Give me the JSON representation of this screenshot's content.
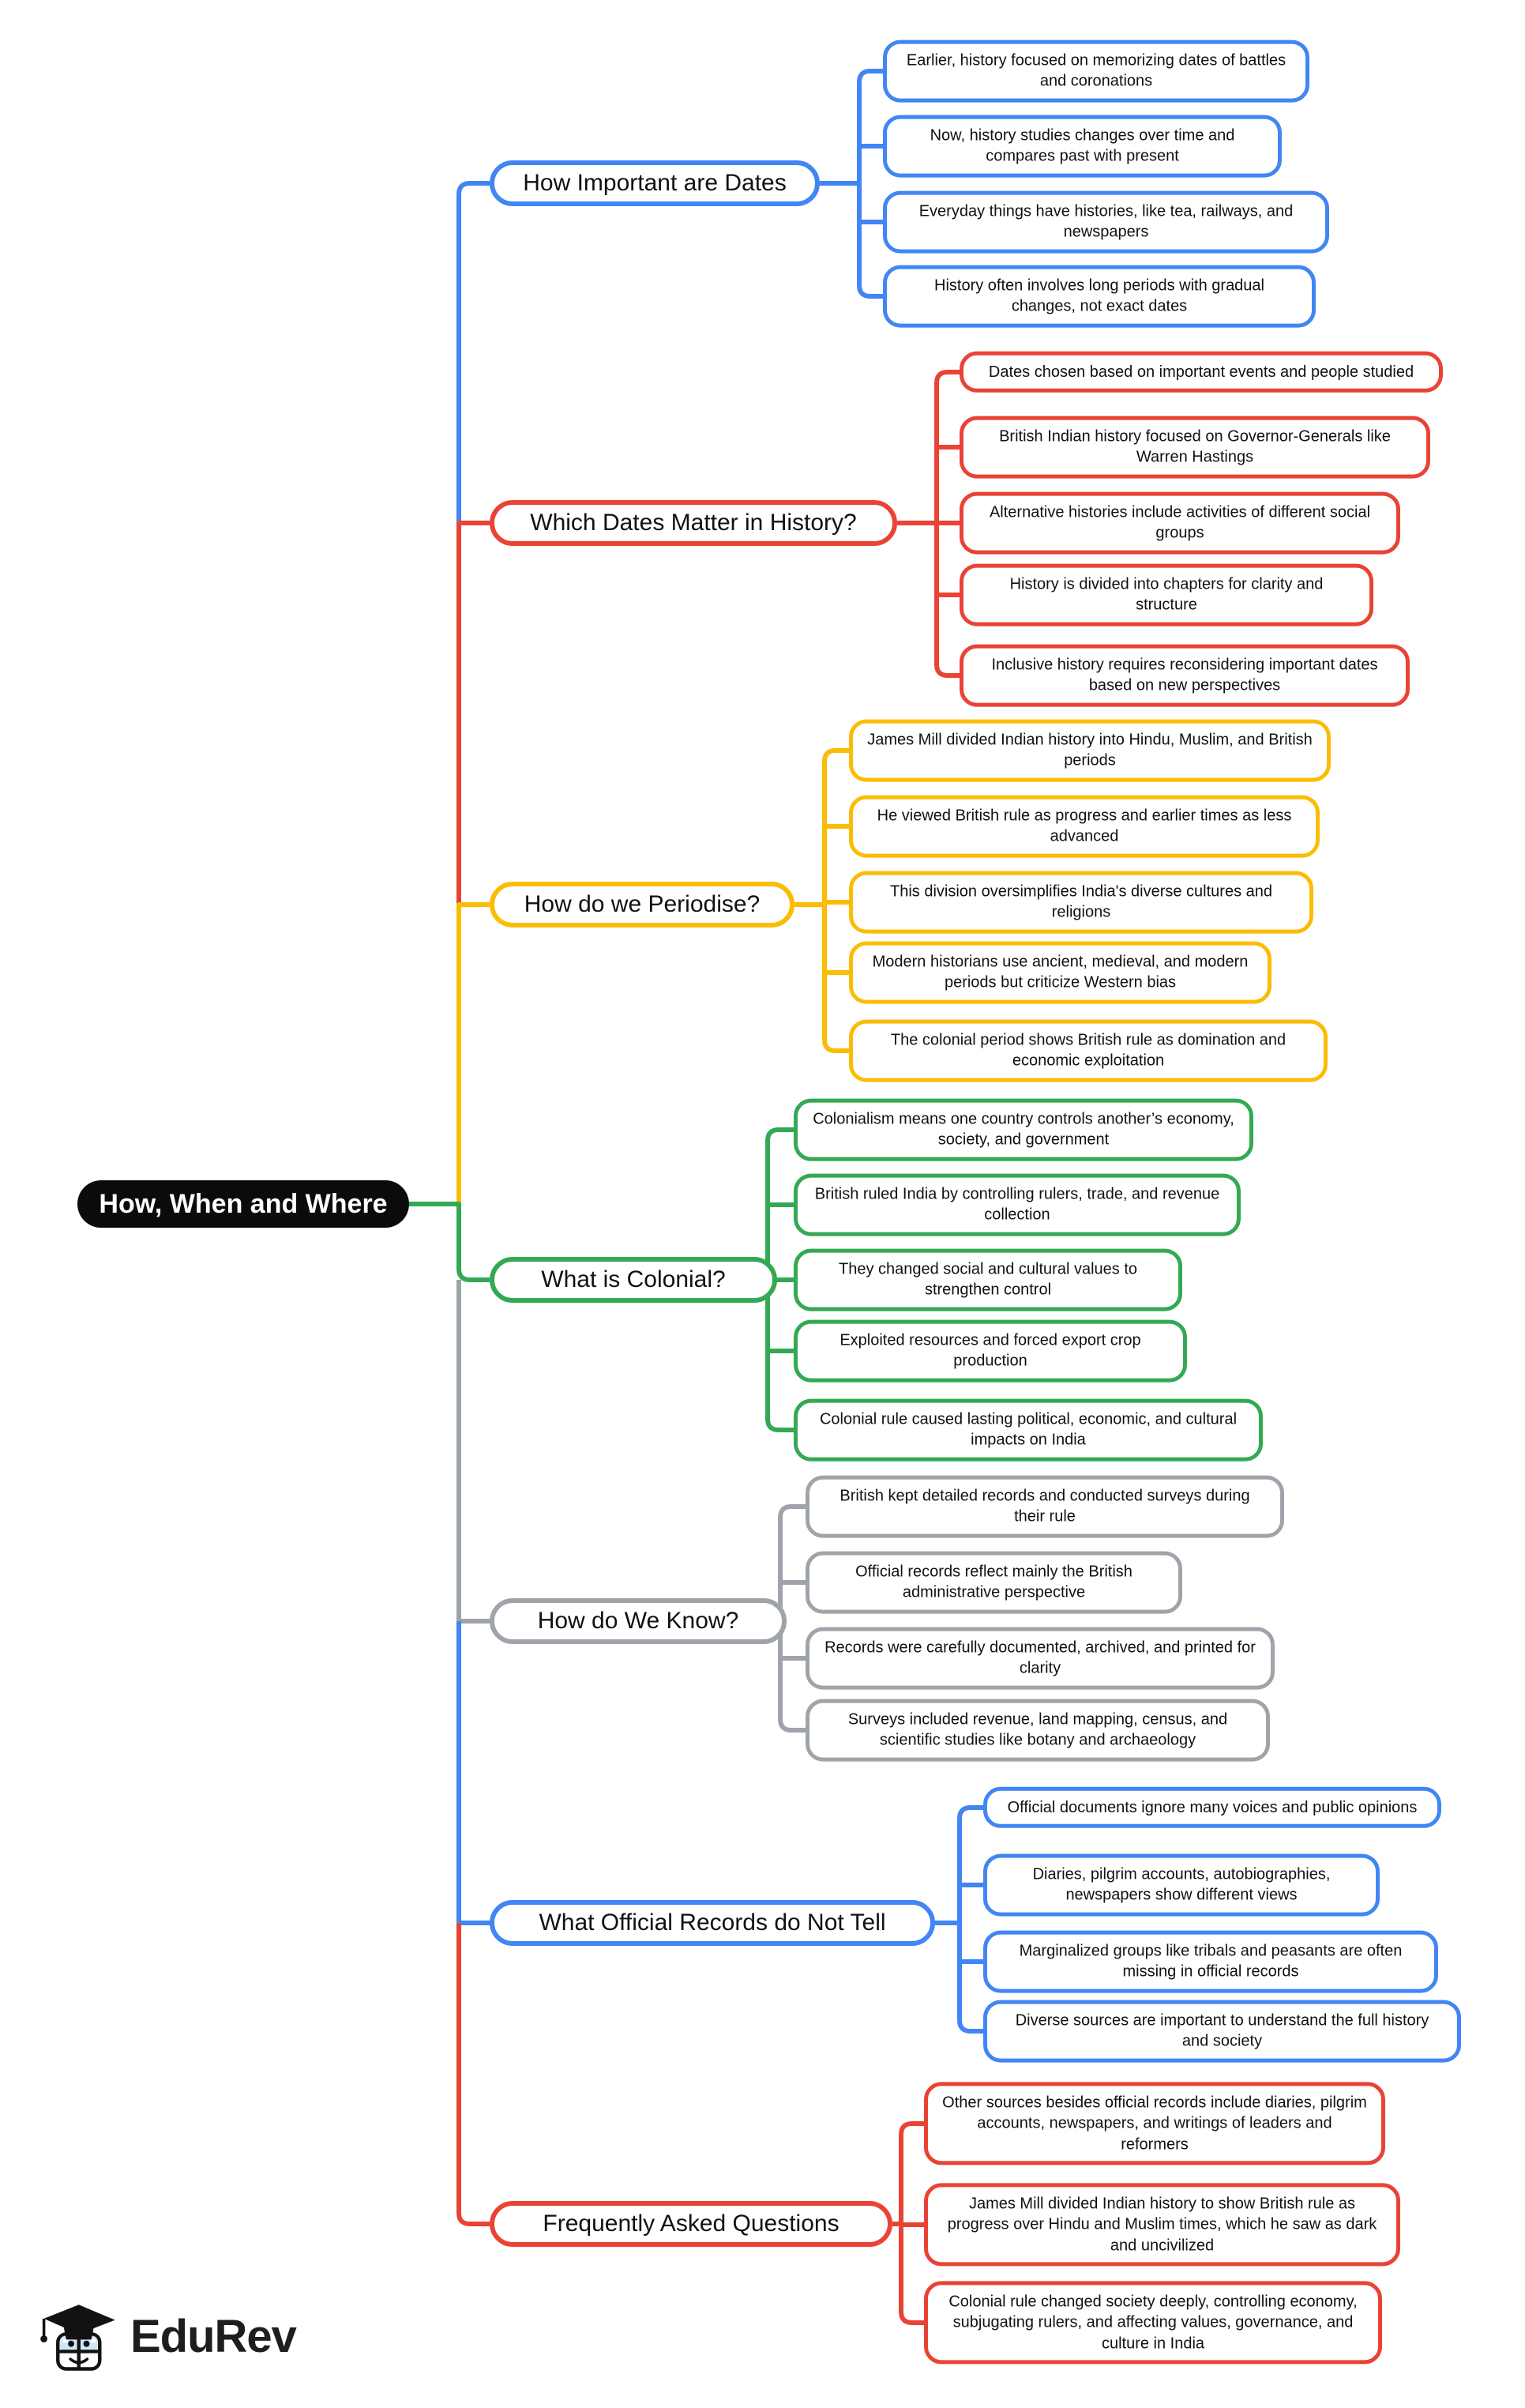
{
  "title": "How, When and Where",
  "palette": {
    "blue": "#4285F4",
    "red": "#E94335",
    "yellow": "#FBBC05",
    "green": "#34A853",
    "gray": "#9EA4AA",
    "central_bg": "#0B0B0B"
  },
  "branches": [
    {
      "id": "how-important-are-dates",
      "color": "blue",
      "title": "How Important are Dates",
      "children": [
        "Earlier, history focused on memorizing dates of battles and coronations",
        "Now, history studies changes over time and compares past with present",
        "Everyday things have histories, like tea, railways, and newspapers",
        "History often involves long periods with gradual changes, not exact dates"
      ]
    },
    {
      "id": "which-dates-matter-in-history",
      "color": "red",
      "title": "Which Dates Matter in History?",
      "children": [
        "Dates chosen based on important events and people studied",
        "British Indian history focused on Governor-Generals like Warren Hastings",
        "Alternative histories include activities of different social groups",
        "History is divided into chapters for clarity and structure",
        "Inclusive history requires reconsidering important dates based on new perspectives"
      ]
    },
    {
      "id": "how-do-we-periodise",
      "color": "yellow",
      "title": "How do we Periodise?",
      "children": [
        "James Mill divided Indian history into Hindu, Muslim, and British periods",
        "He viewed British rule as progress and earlier times as less advanced",
        "This division oversimplifies India's diverse cultures and religions",
        "Modern historians use ancient, medieval, and modern periods but criticize Western bias",
        "The colonial period shows British rule as domination and economic exploitation"
      ]
    },
    {
      "id": "what-is-colonial",
      "color": "green",
      "title": "What is Colonial?",
      "children": [
        "Colonialism means one country controls another’s economy, society, and government",
        "British ruled India by controlling rulers, trade, and revenue collection",
        "They changed social and cultural values to strengthen control",
        "Exploited resources and forced export crop production",
        "Colonial rule caused lasting political, economic, and cultural impacts on India"
      ]
    },
    {
      "id": "how-do-we-know",
      "color": "gray",
      "title": "How do We Know?",
      "children": [
        "British kept detailed records and conducted surveys during their rule",
        "Official records reflect mainly the British administrative perspective",
        "Records were carefully documented, archived, and printed for clarity",
        "Surveys included revenue, land mapping, census, and scientific studies like botany and archaeology"
      ]
    },
    {
      "id": "what-official-records-do-not-tell",
      "color": "blue",
      "title": "What Official Records do Not Tell",
      "children": [
        "Official documents ignore many voices and public opinions",
        "Diaries, pilgrim accounts, autobiographies, newspapers show different views",
        "Marginalized groups like tribals and peasants are often missing in official records",
        "Diverse sources are important to understand the full history and society"
      ]
    },
    {
      "id": "frequently-asked-questions",
      "color": "red",
      "title": "Frequently Asked Questions",
      "children": [
        "Other sources besides official records include diaries, pilgrim accounts, newspapers, and writings of leaders and reformers",
        "James Mill divided Indian history to show British rule as progress over Hindu and Muslim times, which he saw as dark and uncivilized",
        "Colonial rule changed society deeply, controlling economy, subjugating rulers, and affecting values, governance, and culture in India"
      ]
    }
  ],
  "logo": {
    "text": "EduRev"
  }
}
